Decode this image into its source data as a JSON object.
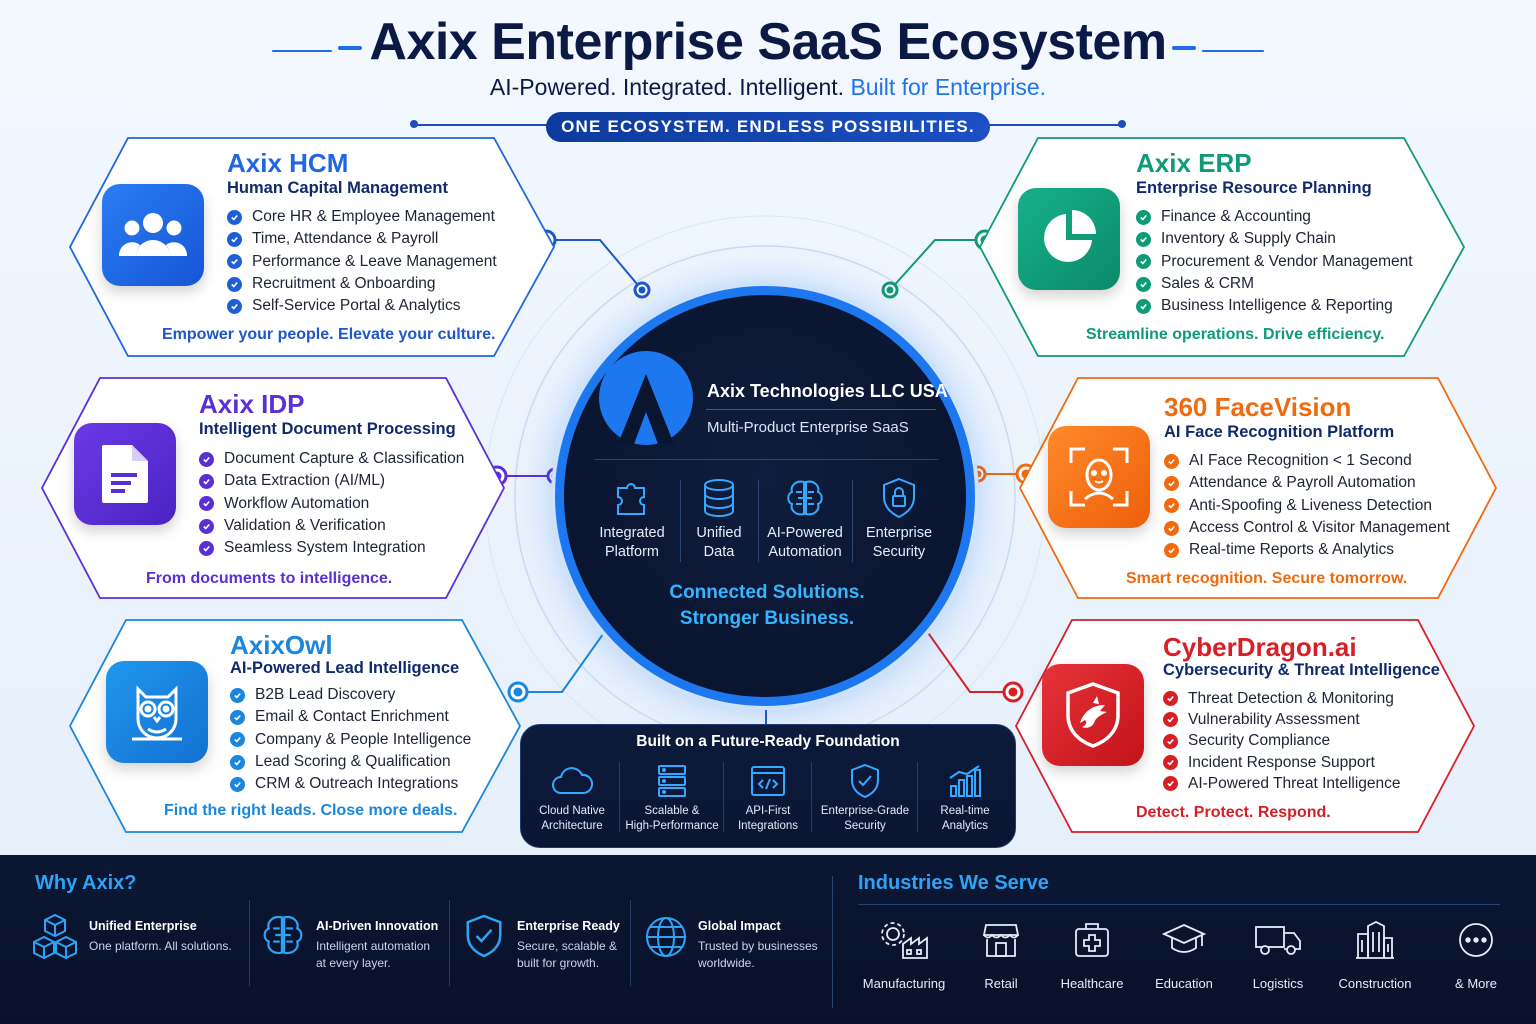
{
  "header": {
    "title": "Axix Enterprise SaaS Ecosystem",
    "subtitle_main": "AI-Powered. Integrated. Intelligent.",
    "subtitle_accent": "Built for Enterprise.",
    "pill": "ONE ECOSYSTEM. ENDLESS POSSIBILITIES."
  },
  "products": {
    "hcm": {
      "name": "Axix HCM",
      "subtitle": "Human Capital Management",
      "features": [
        "Core HR & Employee Management",
        "Time, Attendance & Payroll",
        "Performance & Leave Management",
        "Recruitment & Onboarding",
        "Self-Service Portal & Analytics"
      ],
      "tagline": "Empower your people. Elevate your culture.",
      "color": "#1f66e0",
      "icon": "people-icon"
    },
    "idp": {
      "name": "Axix IDP",
      "subtitle": "Intelligent Document Processing",
      "features": [
        "Document Capture & Classification",
        "Data Extraction (AI/ML)",
        "Workflow Automation",
        "Validation & Verification",
        "Seamless System Integration"
      ],
      "tagline": "From documents to intelligence.",
      "color": "#5b2fd6",
      "icon": "document-icon"
    },
    "owl": {
      "name": "AxixOwl",
      "subtitle": "AI-Powered Lead Intelligence",
      "features": [
        "B2B Lead Discovery",
        "Email & Contact Enrichment",
        "Company & People Intelligence",
        "Lead Scoring & Qualification",
        "CRM & Outreach Integrations"
      ],
      "tagline": "Find the right leads. Close more deals.",
      "color": "#1a86dc",
      "icon": "owl-icon"
    },
    "erp": {
      "name": "Axix ERP",
      "subtitle": "Enterprise Resource Planning",
      "features": [
        "Finance & Accounting",
        "Inventory & Supply Chain",
        "Procurement & Vendor Management",
        "Sales & CRM",
        "Business Intelligence & Reporting"
      ],
      "tagline": "Streamline operations. Drive efficiency.",
      "color": "#0f9a78",
      "icon": "pie-chart-icon"
    },
    "face": {
      "name": "360 FaceVision",
      "subtitle": "AI Face Recognition Platform",
      "features": [
        "AI Face Recognition < 1 Second",
        "Attendance & Payroll Automation",
        "Anti-Spoofing & Liveness Detection",
        "Access Control & Visitor Management",
        "Real-time Reports & Analytics"
      ],
      "tagline": "Smart recognition. Secure tomorrow.",
      "color": "#f06a0f",
      "icon": "face-scan-icon"
    },
    "cyber": {
      "name": "CyberDragon.ai",
      "subtitle": "Cybersecurity & Threat Intelligence",
      "features": [
        "Threat Detection & Monitoring",
        "Vulnerability Assessment",
        "Security Compliance",
        "Incident Response Support",
        "AI-Powered Threat Intelligence"
      ],
      "tagline": "Detect. Protect. Respond.",
      "color": "#d81f26",
      "icon": "dragon-shield-icon"
    }
  },
  "hub": {
    "company": "Axix Technologies LLC USA",
    "description": "Multi-Product Enterprise SaaS",
    "features": [
      {
        "line1": "Integrated",
        "line2": "Platform",
        "icon": "puzzle-icon"
      },
      {
        "line1": "Unified",
        "line2": "Data",
        "icon": "database-icon"
      },
      {
        "line1": "AI-Powered",
        "line2": "Automation",
        "icon": "brain-icon"
      },
      {
        "line1": "Enterprise",
        "line2": "Security",
        "icon": "shield-lock-icon"
      }
    ],
    "tagline_line1": "Connected Solutions.",
    "tagline_line2": "Stronger Business.",
    "accent": "#1d78f0"
  },
  "foundation": {
    "title": "Built on a Future-Ready Foundation",
    "items": [
      {
        "line1": "Cloud Native",
        "line2": "Architecture",
        "icon": "cloud-icon"
      },
      {
        "line1": "Scalable &",
        "line2": "High-Performance",
        "icon": "server-icon"
      },
      {
        "line1": "API-First",
        "line2": "Integrations",
        "icon": "code-icon"
      },
      {
        "line1": "Enterprise-Grade",
        "line2": "Security",
        "icon": "shield-check-icon"
      },
      {
        "line1": "Real-time",
        "line2": "Analytics",
        "icon": "bar-chart-icon"
      }
    ]
  },
  "why": {
    "title": "Why Axix?",
    "items": [
      {
        "title": "Unified Enterprise",
        "line1": "One platform. All solutions.",
        "line2": "",
        "icon": "cubes-icon"
      },
      {
        "title": "AI-Driven Innovation",
        "line1": "Intelligent automation",
        "line2": "at every layer.",
        "icon": "brain-icon"
      },
      {
        "title": "Enterprise Ready",
        "line1": "Secure, scalable &",
        "line2": "built for growth.",
        "icon": "shield-check-icon"
      },
      {
        "title": "Global Impact",
        "line1": "Trusted by businesses",
        "line2": "worldwide.",
        "icon": "globe-icon"
      }
    ]
  },
  "industries": {
    "title": "Industries We Serve",
    "items": [
      {
        "label": "Manufacturing",
        "icon": "factory-icon"
      },
      {
        "label": "Retail",
        "icon": "store-icon"
      },
      {
        "label": "Healthcare",
        "icon": "medical-icon"
      },
      {
        "label": "Education",
        "icon": "graduation-cap-icon"
      },
      {
        "label": "Logistics",
        "icon": "truck-icon"
      },
      {
        "label": "Construction",
        "icon": "building-icon"
      },
      {
        "label": "& More",
        "icon": "more-icon"
      }
    ]
  }
}
